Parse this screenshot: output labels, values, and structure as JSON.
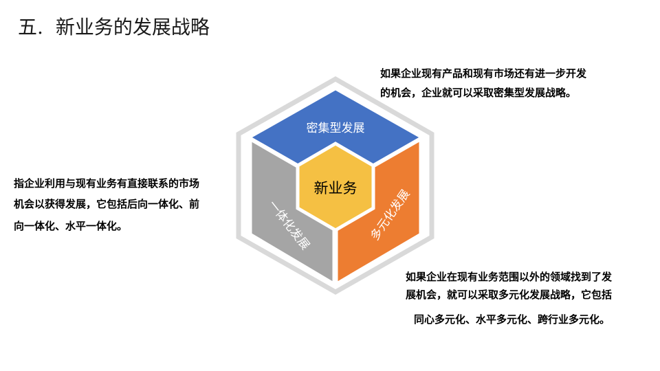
{
  "page": {
    "title_number": "五.",
    "title_text": "新业务的发展战略"
  },
  "diagram": {
    "center_label": "新业务",
    "top_label": "密集型发展",
    "left_label": "一体化发展",
    "right_label": "多元化发展",
    "colors": {
      "top": "#4472c4",
      "left": "#a5a5a5",
      "right": "#ed7d31",
      "center": "#f5c043",
      "outer_ring": "#d9d9d9"
    }
  },
  "descriptions": {
    "top": {
      "line1": "如果企业现有产品和现有市场还有进一步开发",
      "line2": "的机会，企业就可以采取密集型发展战略。"
    },
    "left": {
      "line1": "指企业利用与现有业务有直接联系的市场",
      "line2": "机会以获得发展，它包括后向一体化、前",
      "line3": "向一体化、水平一体化。"
    },
    "bottom": {
      "line1": "如果企业在现有业务范围以外的领域找到了发",
      "line2": "展机会，就可以采取多元化发展战略，它包括",
      "line3": "同心多元化、水平多元化、跨行业多元化。"
    }
  }
}
